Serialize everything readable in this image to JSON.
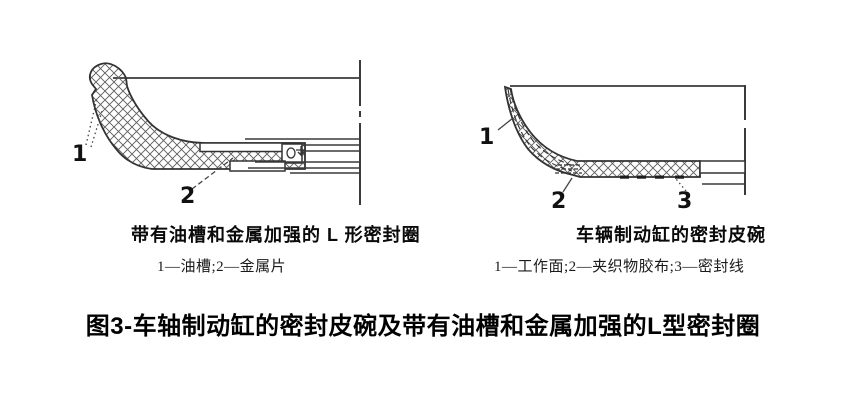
{
  "figure": {
    "title": "图3-车轴制动缸的密封皮碗及带有油槽和金属加强的L型密封圈"
  },
  "left_diagram": {
    "caption": "带有油槽和金属加强的 L 形密封圈",
    "legend": "1—油槽;2—金属片",
    "labels": {
      "l1": "1",
      "l2": "2"
    },
    "parts": {
      "1": "油槽 (oil groove)",
      "2": "金属片 (metal strip)"
    }
  },
  "right_diagram": {
    "caption": "车辆制动缸的密封皮碗",
    "legend": "1—工作面;2—夹织物胶布;3—密封线",
    "labels": {
      "l1": "1",
      "l2": "2",
      "l3": "3"
    },
    "parts": {
      "1": "工作面 (working face)",
      "2": "夹织物胶布 (fabric-reinforced rubber)",
      "3": "密封线 (sealing line)"
    }
  },
  "colors": {
    "background": "#ffffff",
    "line": "#3a3a3a",
    "hatch": "#5c5c5c",
    "text": "#111111"
  }
}
